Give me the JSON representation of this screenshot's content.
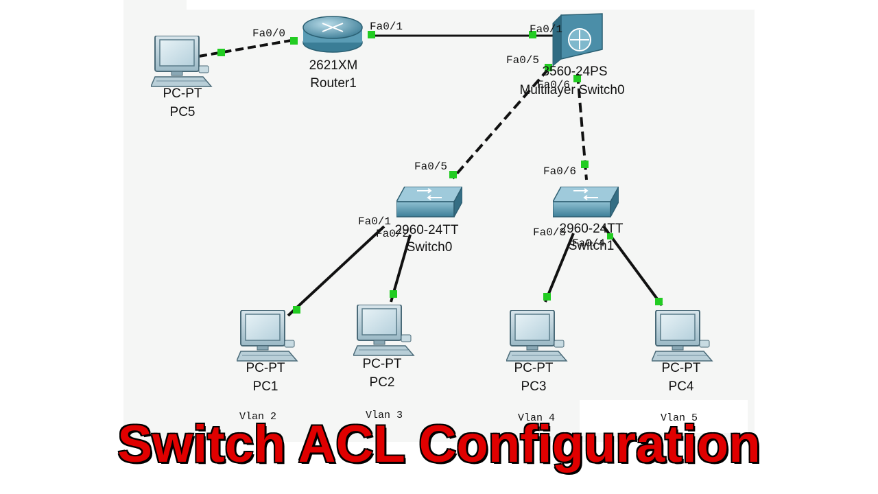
{
  "title": "Switch ACL Configuration",
  "colors": {
    "title": "#e00000",
    "link_dot": "#22cc22",
    "device": "#5f9fb6"
  },
  "devices": {
    "pc5": {
      "model": "PC-PT",
      "name": "PC5"
    },
    "router1": {
      "model": "2621XM",
      "name": "Router1"
    },
    "multilayer": {
      "model": "3560-24PS",
      "name": "Multilayer Switch0"
    },
    "switch_left": {
      "model": "2960-24TT",
      "name": "Switch0"
    },
    "switch_right": {
      "model": "2960-24TT",
      "name": "Switch1"
    },
    "pc1": {
      "model": "PC-PT",
      "name": "PC1",
      "vlan": "Vlan 2"
    },
    "pc2": {
      "model": "PC-PT",
      "name": "PC2",
      "vlan": "Vlan 3"
    },
    "pc3": {
      "model": "PC-PT",
      "name": "PC3",
      "vlan": "Vlan 4"
    },
    "pc4": {
      "model": "PC-PT",
      "name": "PC4",
      "vlan": "Vlan 5"
    }
  },
  "ports": {
    "r_fa00": "Fa0/0",
    "r_fa01": "Fa0/1",
    "ml_fa01": "Fa0/1",
    "ml_fa05": "Fa0/5",
    "ml_fa06": "Fa0/6",
    "sl_fa05": "Fa0/5",
    "sl_fa01": "Fa0/1",
    "sl_fa02": "Fa0/2",
    "sr_fa06": "Fa0/6",
    "sr_fa03": "Fa0/3",
    "sr_fa04": "Fa0/4"
  }
}
